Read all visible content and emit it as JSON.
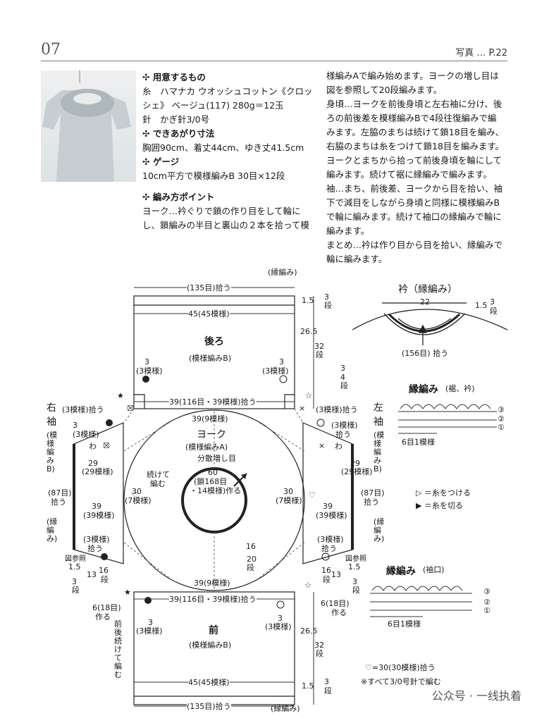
{
  "header": {
    "page_number": "07",
    "photo_ref": "写真 … P.22"
  },
  "materials": {
    "heading": "用意するもの",
    "yarn": "糸　ハマナカ ウオッシュコットン《クロッ",
    "yarn2": "シェ》 ベージュ(117) 280g＝12玉",
    "hook": "針　かぎ針3/0号"
  },
  "size": {
    "heading": "できあがり寸法",
    "text": "胸囲90cm、着丈44cm、ゆき丈41.5cm"
  },
  "gauge": {
    "heading": "ゲージ",
    "text": "10cm平方で模様編みB 30目×12段"
  },
  "points": {
    "heading": "編み方ポイント",
    "lines_left": [
      "ヨーク…衿ぐりで鎖の作り目をして輪に",
      "し、鎖編みの半目と裏山の２本を拾って模"
    ],
    "lines_right": [
      "様編みAで編み始めます。ヨークの増し目は",
      "図を参照して20段編みます。",
      "身頃…ヨークを前後身頃と左右袖に分け、後",
      "ろの前後差を模様編みBで4段往復編みで編",
      "みます。左脇のまちは続けて鎖18目を編み、",
      "右脇のまちは糸をつけて鎖18目を編みます。",
      "ヨークとまちから拾って前後身頃を輪にして",
      "編みます。続けて裾に縁編みで編みます。",
      "袖…まち、前後差、ヨークから目を拾い、袖",
      "下で減目をしながら身頃と同様に模様編みB",
      "で輪に編みます。続けて袖口の縁編みで輪に",
      "編みます。",
      "まとめ…衿は作り目から目を拾い、縁編みで",
      "輪に編みます。"
    ]
  },
  "diagram": {
    "back": {
      "hem_edge": "(縁編み)",
      "pick_top": "(135目)拾う",
      "width": "45(45模様)",
      "title": "後ろ",
      "pattern": "(模様編みB)",
      "mark_left": "3",
      "mark_left2": "(3模様)",
      "mark_right": "3",
      "mark_right2": "(3模様)",
      "bottom_pick": "39(116目・39模様)拾う",
      "dim_top_a": "1.5",
      "dim_top_b": "3",
      "dim_top_c": "段",
      "dim_len_a": "26.5",
      "dim_len_b": "32",
      "dim_len_c": "段",
      "dim_step_a": "3",
      "dim_step_b": "4",
      "dim_step_c": "段"
    },
    "yoke": {
      "outer": "39(9模様)",
      "title": "ヨーク",
      "pattern": "(模様編みA)",
      "inc": "分散増し目",
      "center_a": "60",
      "center_b": "(鎖168目",
      "center_c": "・14模様)作る",
      "cont": "続けて",
      "cont2": "編む",
      "left_a": "30",
      "left_b": "(7模様)",
      "right_a": "30",
      "right_b": "(7模様)",
      "depth_a": "16",
      "depth_b": "20",
      "depth_c": "段",
      "bottom": "39(9模様)"
    },
    "right_sleeve": {
      "title_a": "右",
      "title_b": "袖",
      "pattern": "(模様編みB)",
      "edge": "(縁編み)",
      "pick_top": "(3模様)拾う",
      "mark_a": "3",
      "mark_b": "(3模様)",
      "wa": "わ",
      "len_a": "29",
      "len_b": "(29模様)",
      "mid_a": "39",
      "mid_b": "(39模様)",
      "pick87": "(87目)",
      "pick87b": "拾う",
      "bot_a": "(3模様)",
      "bot_b": "拾う",
      "ref": "図参照",
      "d15": "1.5",
      "d13": "13",
      "d16": "16",
      "d3": "3",
      "dan": "段",
      "pick18": "6(18目)",
      "pick18b": "作る"
    },
    "left_sleeve": {
      "title_a": "左",
      "title_b": "袖",
      "pattern": "(模様編みB)",
      "edge": "(縁編み)",
      "pick_top": "(3模様)拾う",
      "mark_a": "(3模様)",
      "mark_b": "拾う",
      "wa": "わ",
      "len_a": "29",
      "len_b": "(29模様)",
      "mid_a": "39",
      "mid_b": "(39模様)",
      "pick87": "(87目)",
      "pick87b": "拾う",
      "bot_a": "(3模様)",
      "bot_b": "拾う",
      "ref": "図参照",
      "d15": "1.5",
      "d13": "13",
      "d16": "16",
      "d3": "3",
      "dan": "段",
      "pick18": "6(18目)",
      "pick18b": "作る"
    },
    "front": {
      "top_pick": "39(116目・39模様)拾う",
      "title": "前",
      "pattern": "(模様編みB)",
      "mark_l": "3",
      "mark_l2": "(3模様)",
      "mark_r": "3",
      "mark_r2": "(3模様)",
      "width": "45(45模様)",
      "pick_bottom": "(135目)拾う",
      "hem_edge": "(縁編み)",
      "note": "前後続けて編む",
      "dim_len_a": "26.5",
      "dim_len_b": "32",
      "dim_len_c": "段",
      "dim_bot_a": "1.5",
      "dim_bot_b": "3",
      "dim_bot_c": "段"
    },
    "collar": {
      "title": "衿（縁編み）",
      "width": "22",
      "dim_a": "1.5",
      "dim_b": "3",
      "dim_c": "段",
      "pick": "(156目) 拾う"
    },
    "edging_hem": {
      "title": "縁編み",
      "sub": "(裾、衿)",
      "repeat": "6目1模様",
      "r1": "①",
      "r2": "②",
      "r3": "③"
    },
    "legend": {
      "attach": "▷ ＝糸をつける",
      "cut": "▶ ＝糸を切る"
    },
    "edging_cuff": {
      "title": "縁編み",
      "sub": "(袖口)",
      "repeat": "6目1模様",
      "r1": "①",
      "r2": "②",
      "r3": "③"
    },
    "notes": {
      "heart": "♡=30(30模様)拾う",
      "hook": "※すべて3/0号針で編む"
    }
  },
  "watermark": "公众号 · 一线执着"
}
